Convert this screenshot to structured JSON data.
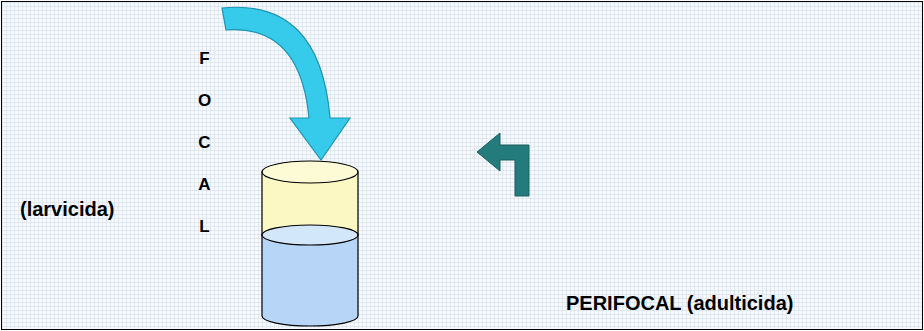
{
  "diagram": {
    "labels": [
      "FOCAL",
      "(larvicida)",
      "PERIFOCAL (adulticida)"
    ]
  }
}
